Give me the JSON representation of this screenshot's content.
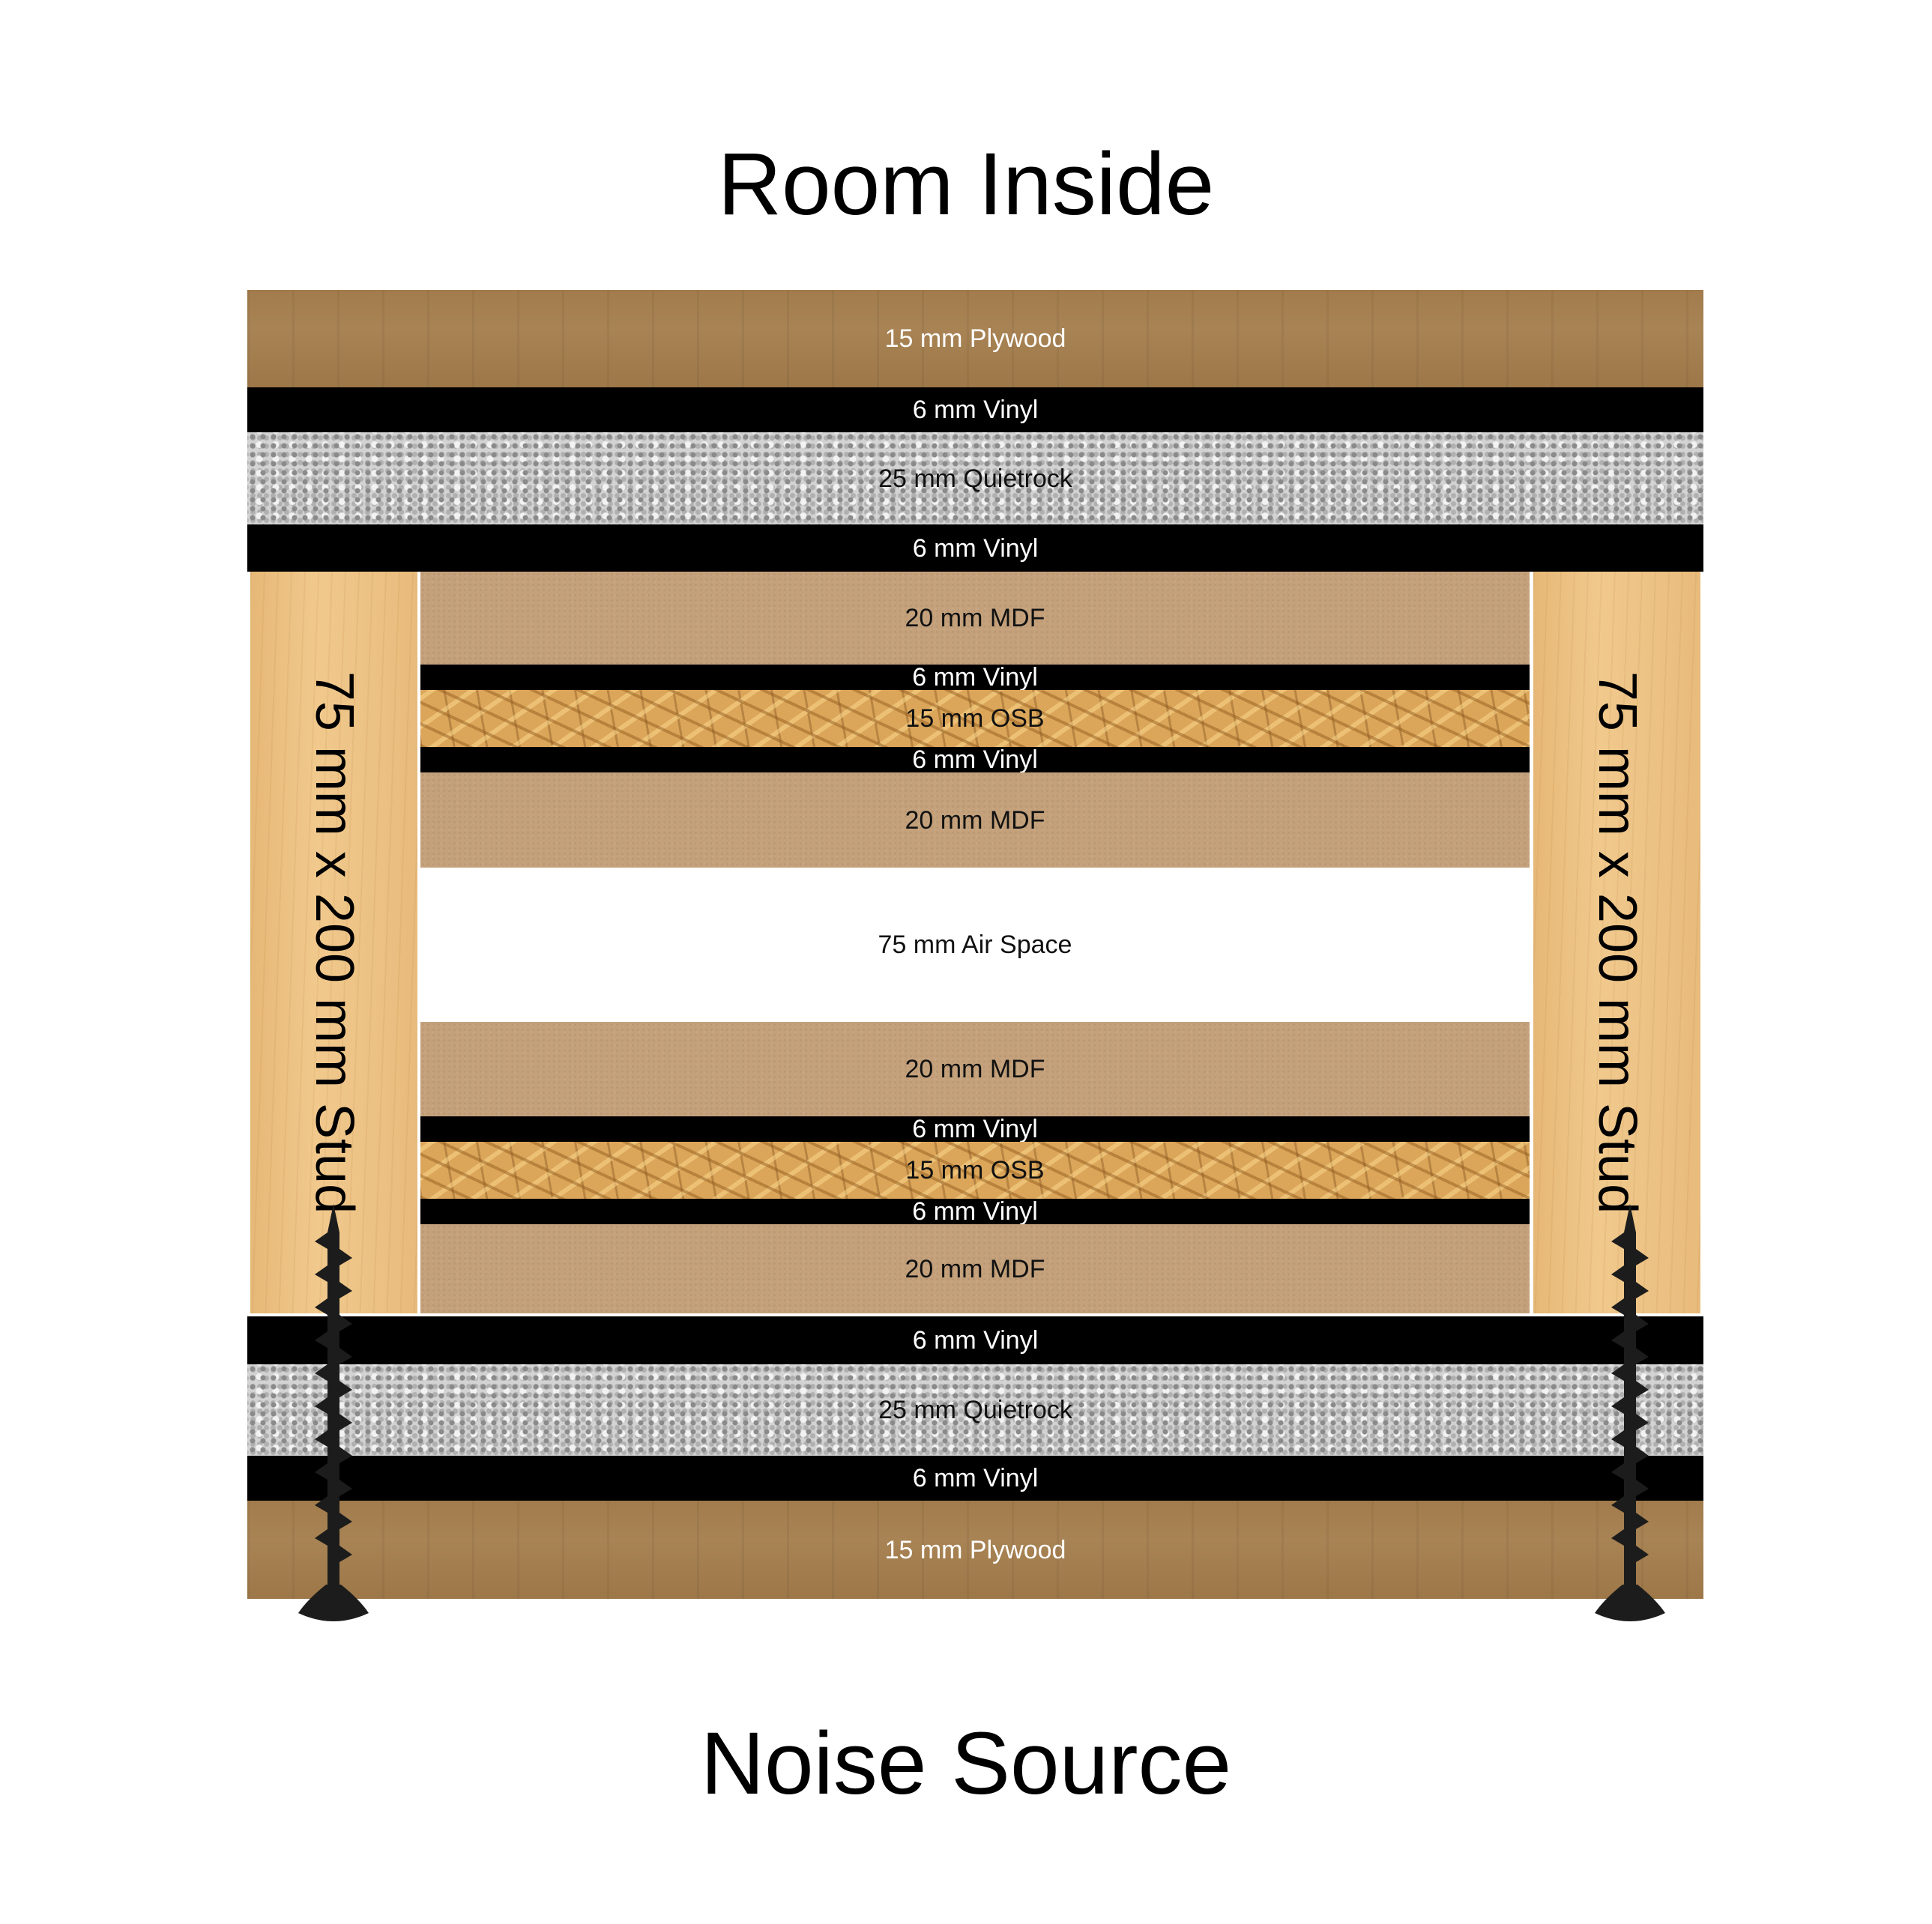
{
  "title_top": "Room Inside",
  "title_bottom": "Noise Source",
  "layers": {
    "plywood_top": "15 mm Plywood",
    "vinyl_1": "6 mm Vinyl",
    "quietrock_top": "25 mm Quietrock",
    "vinyl_2": "6 mm Vinyl",
    "mdf_1": "20 mm MDF",
    "vinyl_3": "6 mm Vinyl",
    "osb_1": "15 mm OSB",
    "vinyl_4": "6 mm Vinyl",
    "mdf_2": "20 mm MDF",
    "air_space": "75 mm Air Space",
    "mdf_3": "20 mm MDF",
    "vinyl_5": "6 mm Vinyl",
    "osb_2": "15 mm OSB",
    "vinyl_6": "6 mm Vinyl",
    "mdf_4": "20 mm MDF",
    "vinyl_7": "6 mm Vinyl",
    "quietrock_bottom": "25 mm Quietrock",
    "vinyl_8": "6 mm Vinyl",
    "plywood_bottom": "15 mm Plywood"
  },
  "studs": {
    "left": "75 mm x 200 mm Stud",
    "right": "75 mm x 200 mm Stud"
  },
  "colors": {
    "plywood": "#a27c4c",
    "vinyl": "#000000",
    "quietrock": "#d3d3d3",
    "mdf": "#c4a17b",
    "osb": "#dba65a",
    "stud": "#ecc186",
    "screw": "#1c1c1c"
  }
}
